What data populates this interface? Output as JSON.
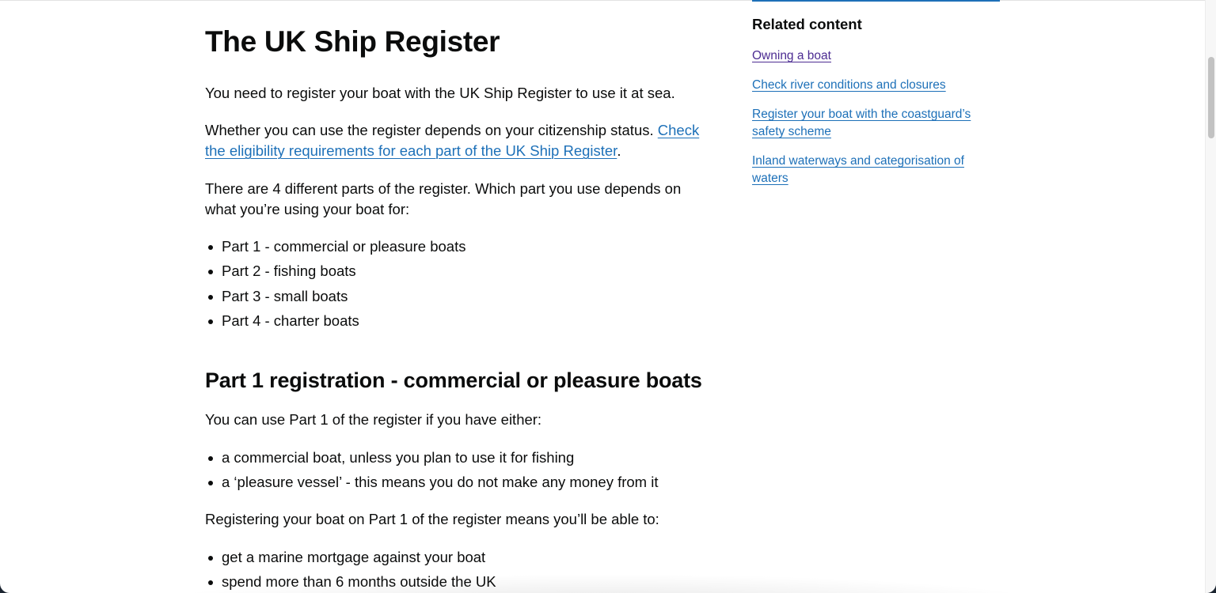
{
  "main": {
    "title": "The UK Ship Register",
    "intro": "You need to register your boat with the UK Ship Register to use it at sea.",
    "eligibility": {
      "text": "Whether you can use the register depends on your citizenship status. ",
      "link": "Check the eligibility requirements for each part of the UK Ship Register",
      "after": "."
    },
    "parts_intro": "There are 4 different parts of the register. Which part you use depends on what you’re using your boat for:",
    "parts": [
      "Part 1 - commercial or pleasure boats",
      "Part 2 - fishing boats",
      "Part 3 - small boats",
      "Part 4 - charter boats"
    ],
    "part1": {
      "heading": "Part 1 registration - commercial or pleasure boats",
      "intro": "You can use Part 1 of the register if you have either:",
      "conditions": [
        "a commercial boat, unless you plan to use it for fishing",
        "a ‘pleasure vessel’ - this means you do not make any money from it"
      ],
      "benefits_intro": "Registering your boat on Part 1 of the register means you’ll be able to:",
      "benefits": [
        "get a marine mortgage against your boat",
        "spend more than 6 months outside the UK"
      ]
    }
  },
  "related": {
    "title": "Related content",
    "links": [
      {
        "label": "Owning a boat",
        "visited": true
      },
      {
        "label": "Check river conditions and closures",
        "visited": false
      },
      {
        "label": "Register your boat with the coastguard’s safety scheme",
        "visited": false
      },
      {
        "label": "Inland waterways and categorisation of waters",
        "visited": false
      }
    ]
  },
  "colors": {
    "text": "#0b0c0c",
    "link": "#1d70b8",
    "visited_link": "#4c2c92",
    "related_bar": "#1d70b8"
  }
}
